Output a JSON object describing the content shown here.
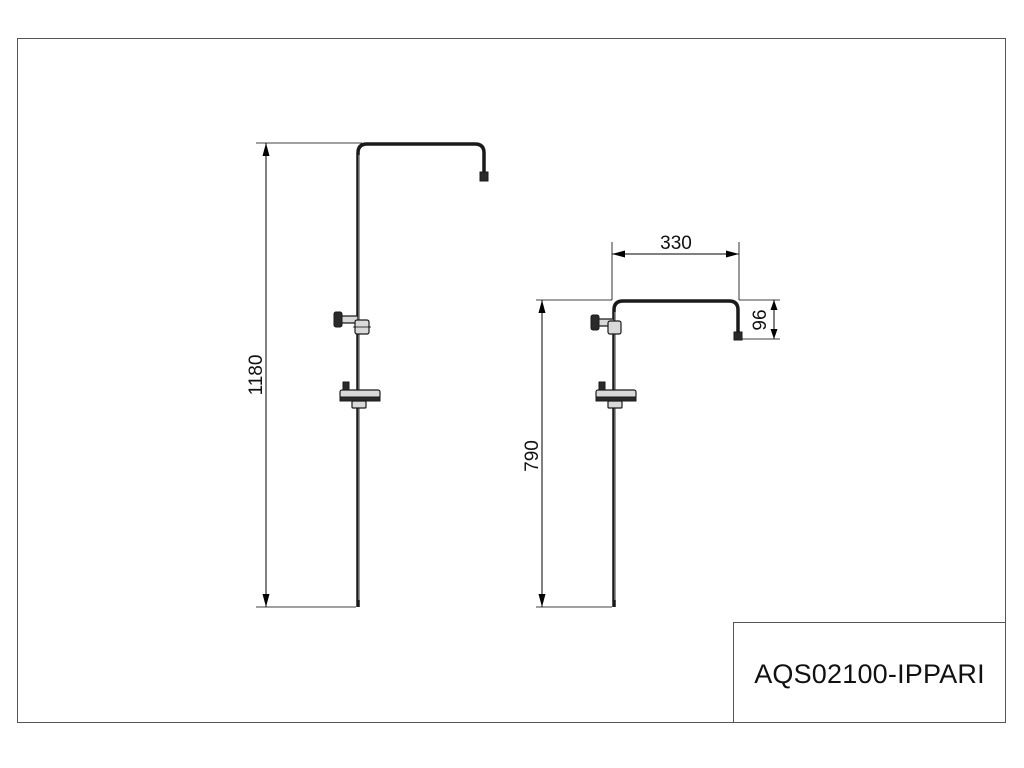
{
  "drawing": {
    "model_code": "AQS02100-IPPARI",
    "dimensions": {
      "overall_height": "1180",
      "rail_height": "790",
      "arm_reach": "330",
      "arm_drop": "96"
    }
  }
}
